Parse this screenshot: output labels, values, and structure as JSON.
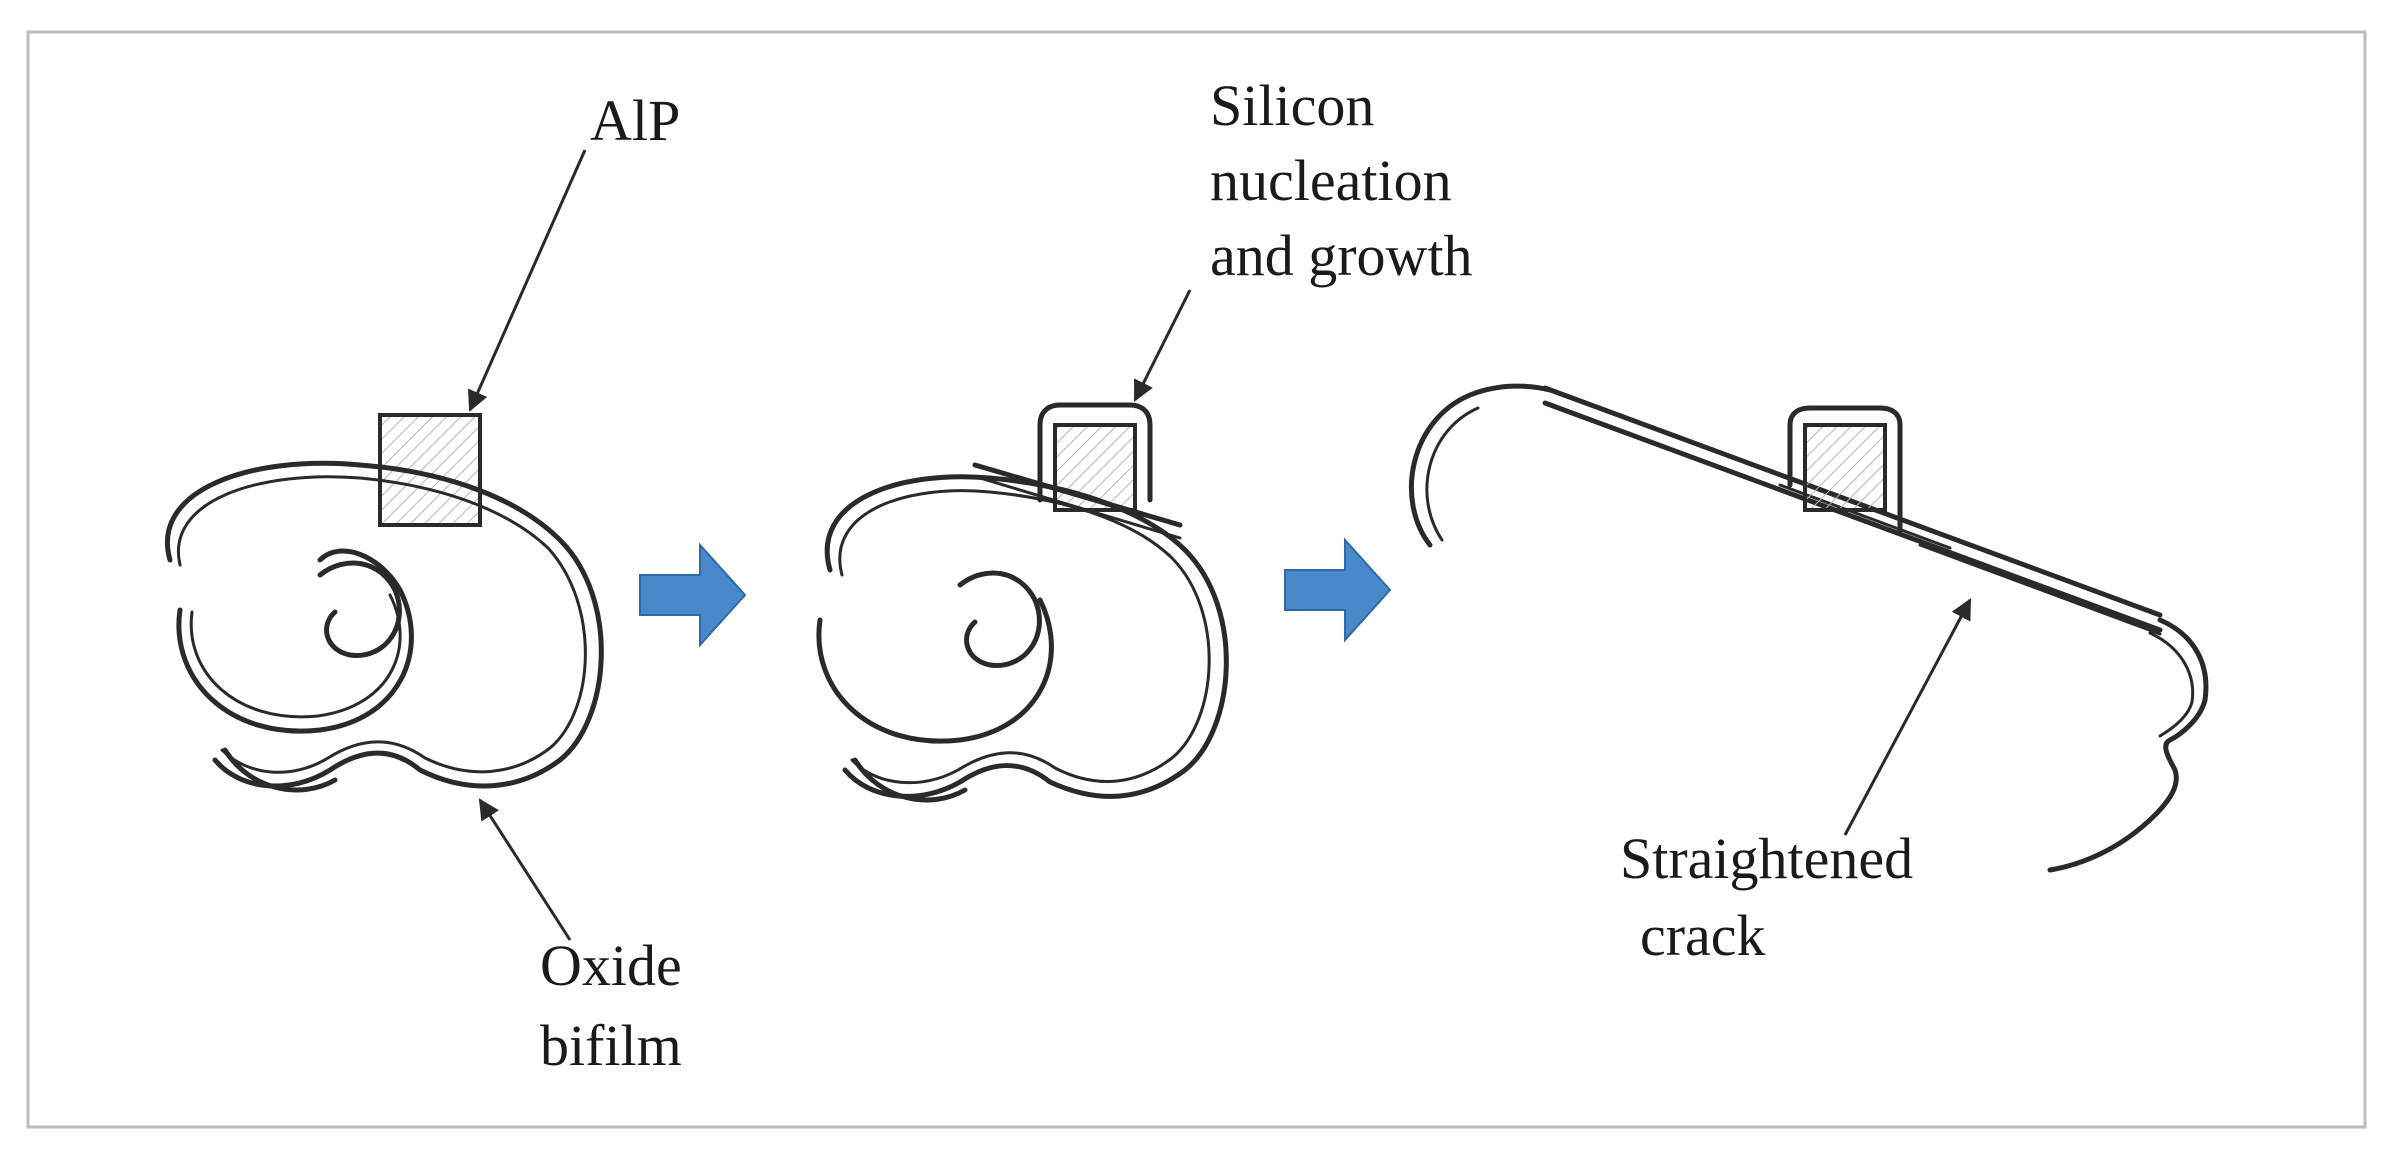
{
  "labels": {
    "alp": "AlP",
    "silicon": [
      "Silicon",
      "nucleation",
      "and growth"
    ],
    "oxide": [
      "Oxide",
      "bifilm"
    ],
    "crack": [
      "Straightened",
      "crack"
    ]
  },
  "colors": {
    "arrow_fill": "#4a89c9",
    "arrow_stroke": "#2f6aa8",
    "ink": "#2a2a2a",
    "frame": "#bdbdbd"
  },
  "icons": {
    "process_arrow": "right-arrow-icon"
  }
}
